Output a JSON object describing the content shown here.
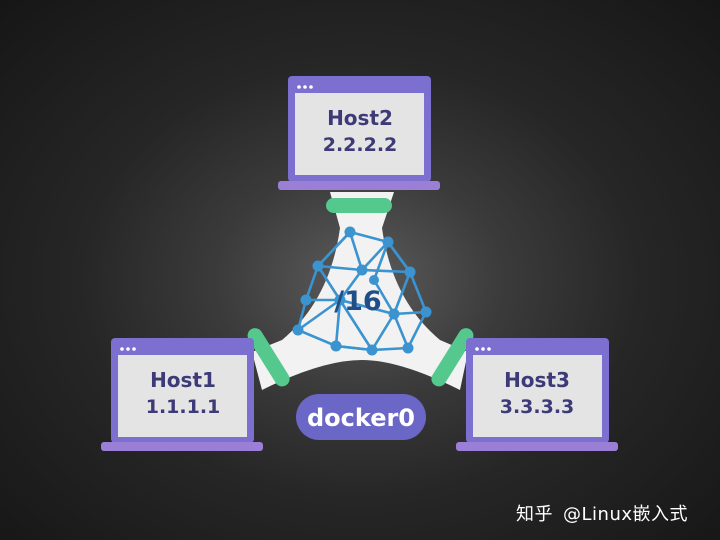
{
  "hosts": [
    {
      "name": "Host2",
      "ip": "2.2.2.2"
    },
    {
      "name": "Host1",
      "ip": "1.1.1.1"
    },
    {
      "name": "Host3",
      "ip": "3.3.3.3"
    }
  ],
  "subnet": "/16",
  "bridge": "docker0",
  "watermark": {
    "brand": "知乎",
    "author": "@Linux嵌入式"
  },
  "colors": {
    "laptop_frame": "#7b6fd0",
    "laptop_base": "#9b7fd6",
    "screen": "#e4e4e4",
    "connector": "#55c98d",
    "mesh": "#3b93d0",
    "bridge_pill": "#6b67c7"
  }
}
